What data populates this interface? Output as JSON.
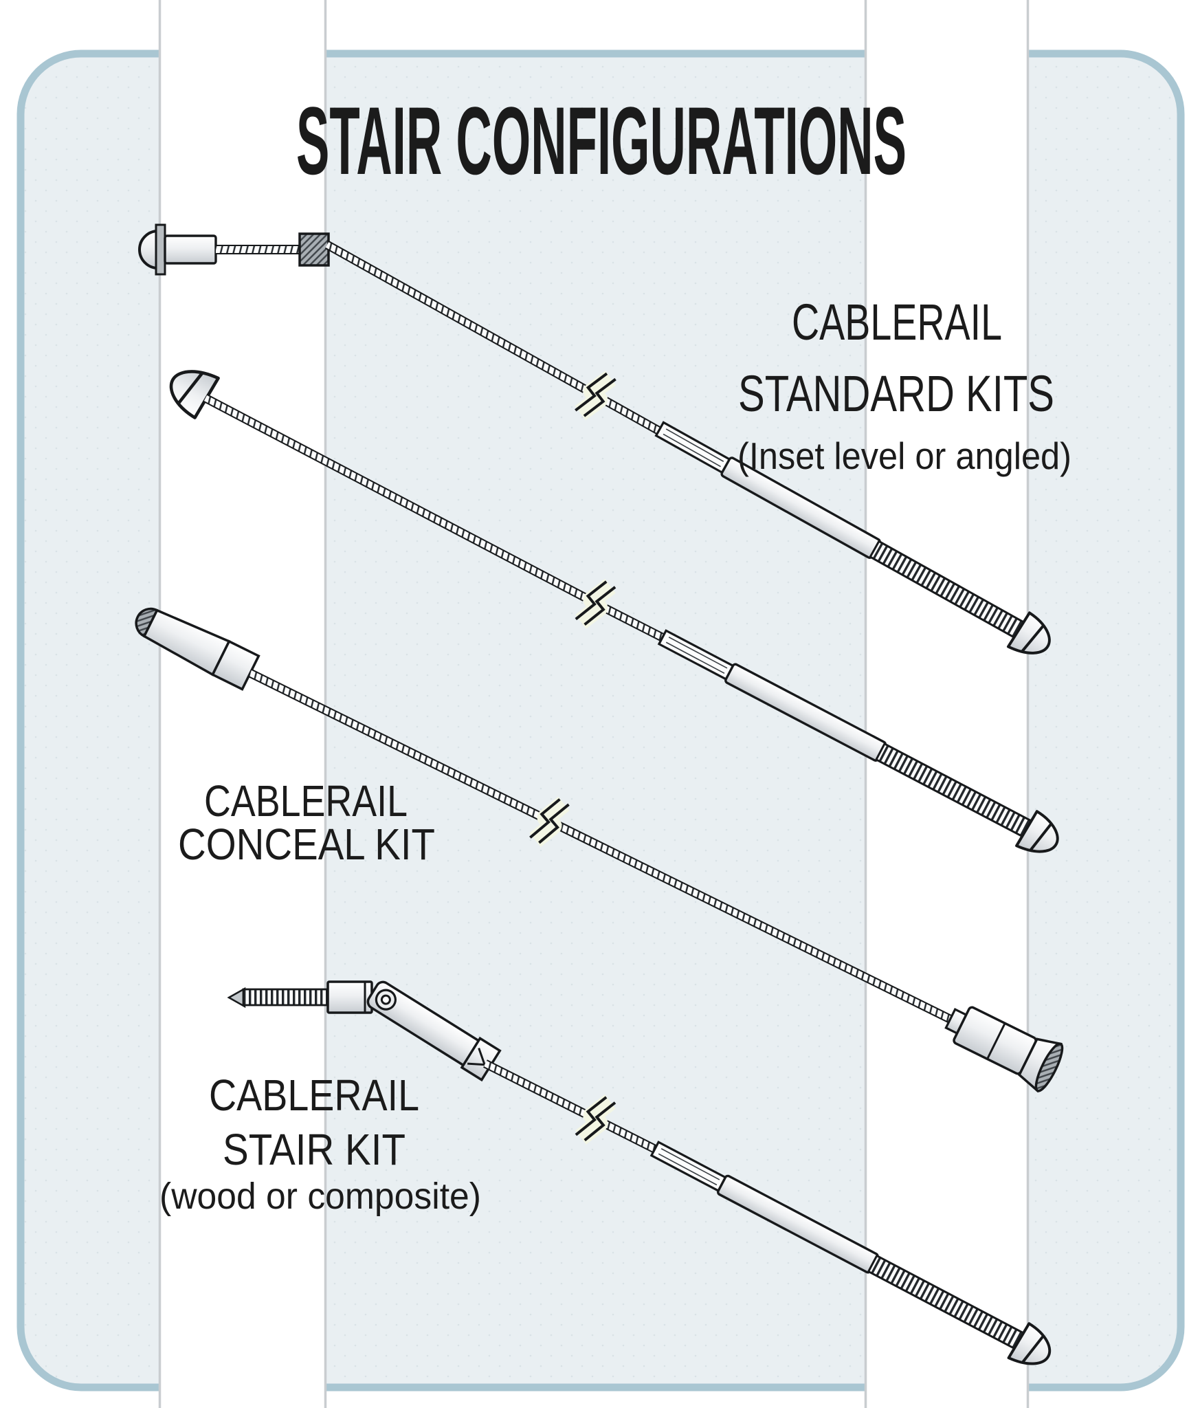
{
  "title": "STAIR CONFIGURATIONS",
  "labels": {
    "standard_kits": {
      "line1": "CABLERAIL",
      "line2": "STANDARD KITS",
      "line3": "(Inset level or angled)"
    },
    "conceal_kit": {
      "line1": "CABLERAIL",
      "line2": "CONCEAL KIT"
    },
    "stair_kit": {
      "line1": "CABLERAIL",
      "line2": "STAIR KIT",
      "line3": "(wood or composite)"
    }
  },
  "colors": {
    "panel-fill": "#e9eff2",
    "panel-border": "#a9c6d2",
    "post-fill": "#ffffff",
    "post-edge": "#c9cdd0",
    "ink": "#17191b",
    "text": "#1b1b1b",
    "metal-light": "#ffffff",
    "metal-dark": "#c7ccd1",
    "break-fill": "#f3f6e4"
  }
}
